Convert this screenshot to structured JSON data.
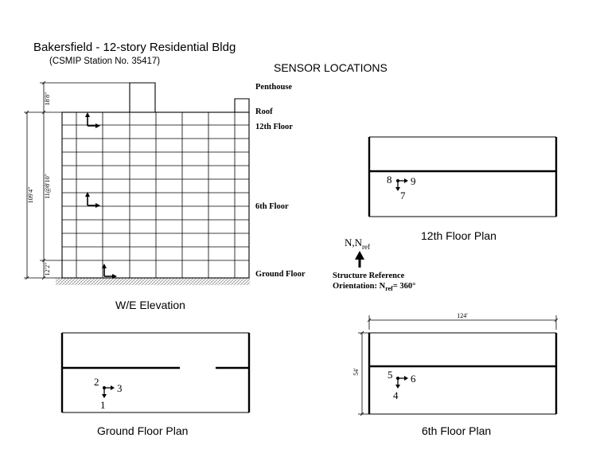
{
  "title": "Bakersfield - 12-story Residential Bldg",
  "subtitle": "(CSMIP Station No. 35417)",
  "heading": "SENSOR LOCATIONS",
  "elevation": {
    "caption": "W/E Elevation",
    "levels": {
      "penthouse": "Penthouse",
      "roof": "Roof",
      "floor12": "12th Floor",
      "floor6": "6th Floor",
      "ground": "Ground Floor"
    },
    "dimensions": {
      "penthouse_height": "18'8\"",
      "total_height": "109'4\"",
      "typical_story": "11@8'10\"",
      "first_story": "12'2\""
    }
  },
  "plans": {
    "floor12": {
      "caption": "12th Floor Plan",
      "channels": [
        "8",
        "9",
        "7"
      ]
    },
    "floor6": {
      "caption": "6th Floor Plan",
      "channels": [
        "5",
        "6",
        "4"
      ],
      "width_dim": "124'",
      "depth_dim": "54'"
    },
    "ground": {
      "caption": "Ground Floor Plan",
      "channels": [
        "2",
        "3",
        "1"
      ]
    }
  },
  "orientation": {
    "north_label": "N,N",
    "north_sub": "ref",
    "line1": "Structure Reference",
    "line2_prefix": "Orientation: N",
    "line2_sub": "ref",
    "line2_suffix": "= 360°"
  }
}
